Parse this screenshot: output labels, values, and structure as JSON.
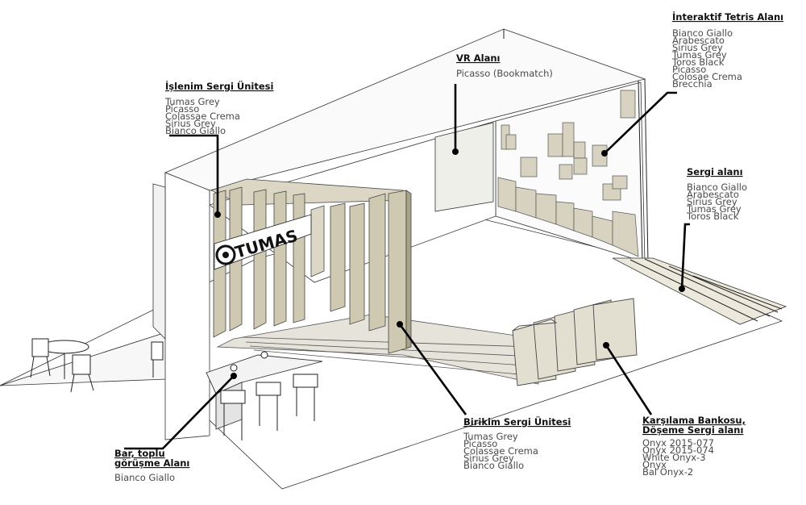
{
  "brand": {
    "logo_text": "TUMAS"
  },
  "labels": {
    "tetris": {
      "title": "İnteraktif Tetris Alanı",
      "materials": [
        "Bianco Giallo",
        "Arabescato",
        "Sirius Grey",
        "Tumas Grey",
        "Toros Black",
        "Picasso",
        "Colosae Crema",
        "Brecchia"
      ]
    },
    "vr": {
      "title": "VR Alanı",
      "materials": [
        "Picasso (Bookmatch)"
      ]
    },
    "islenim": {
      "title": "İşlenim Sergi Ünitesi",
      "materials": [
        "Tumas Grey",
        "Picasso",
        "Colassae Crema",
        "Sirius Grey",
        "Bianco Giallo"
      ]
    },
    "sergi": {
      "title": "Sergi alanı",
      "materials": [
        "Bianco Giallo",
        "Arabescato",
        "Sirius Grey",
        "Tumas Grey",
        "Toros Black"
      ]
    },
    "bar": {
      "title_lines": [
        "Bar, toplu",
        "görüşme Alanı"
      ],
      "materials": [
        "Bianco Giallo"
      ]
    },
    "birikim": {
      "title": "Birikim Sergi Ünitesi",
      "materials": [
        "Tumas Grey",
        "Picasso",
        "Colassae Crema",
        "Sirius Grey",
        "Bianco Giallo"
      ]
    },
    "karsilama": {
      "title_lines": [
        "Karşılama Bankosu,",
        "Döşeme Sergi alanı"
      ],
      "materials": [
        "Onyx 2015-077",
        "Onyx 2015-074",
        "White Onyx-3",
        "Onyx",
        "Bal Onyx-2"
      ]
    }
  }
}
